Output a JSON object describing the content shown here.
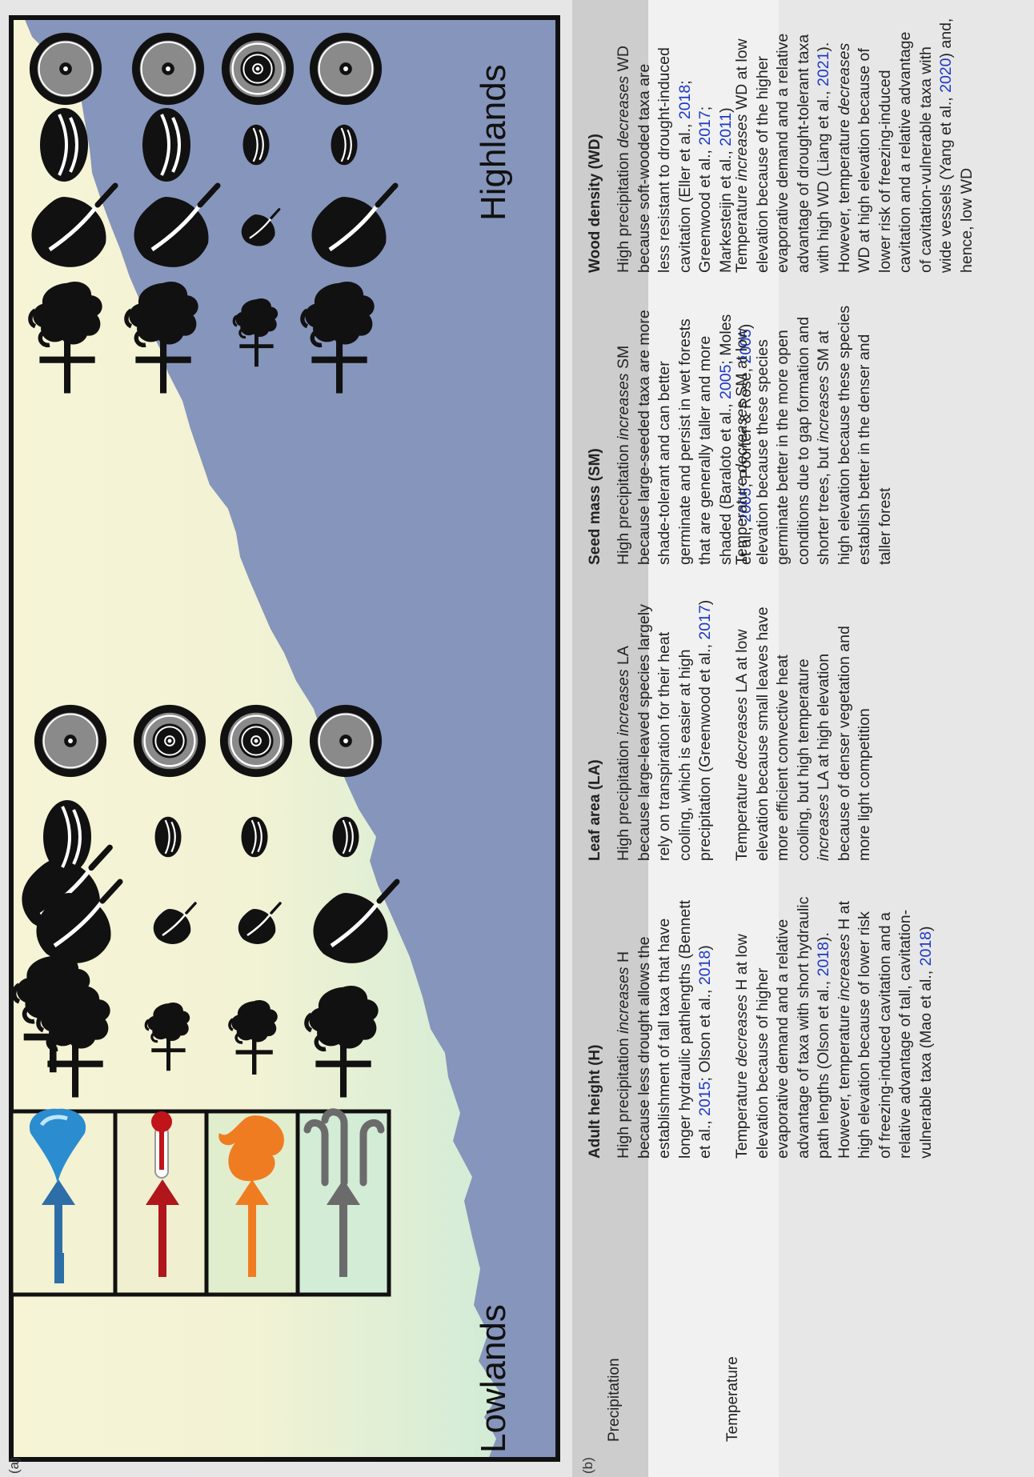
{
  "panel_a_label": "(a)",
  "panel_b_label": "(b)",
  "lowlands_label": "Lowlands",
  "highlands_label": "Highlands",
  "legend": [
    {
      "icon": "precipitation-drop-icon",
      "arrow_color": "#2d6ea8",
      "fill": "#f3f2d3"
    },
    {
      "icon": "thermometer-icon",
      "arrow_color": "#b0161c",
      "fill": "#f0f0d1"
    },
    {
      "icon": "fire-icon",
      "arrow_color": "#f07c22",
      "fill": "#e1eecd"
    },
    {
      "icon": "wind-icon",
      "arrow_color": "#6b6b6b",
      "fill": "#d3ecd6"
    }
  ],
  "colors": {
    "highland_blue": "#8695bb",
    "lowland_yellow": "#f6f3d4",
    "lowland_green": "#cdebd6"
  },
  "table": {
    "headers": {
      "adult_height": "Adult height (H)",
      "leaf_area": "Leaf area (LA)",
      "seed_mass": "Seed mass (SM)",
      "wood_density": "Wood density (WD)"
    },
    "rows": {
      "precipitation": "Precipitation",
      "temperature": "Temperature"
    }
  }
}
